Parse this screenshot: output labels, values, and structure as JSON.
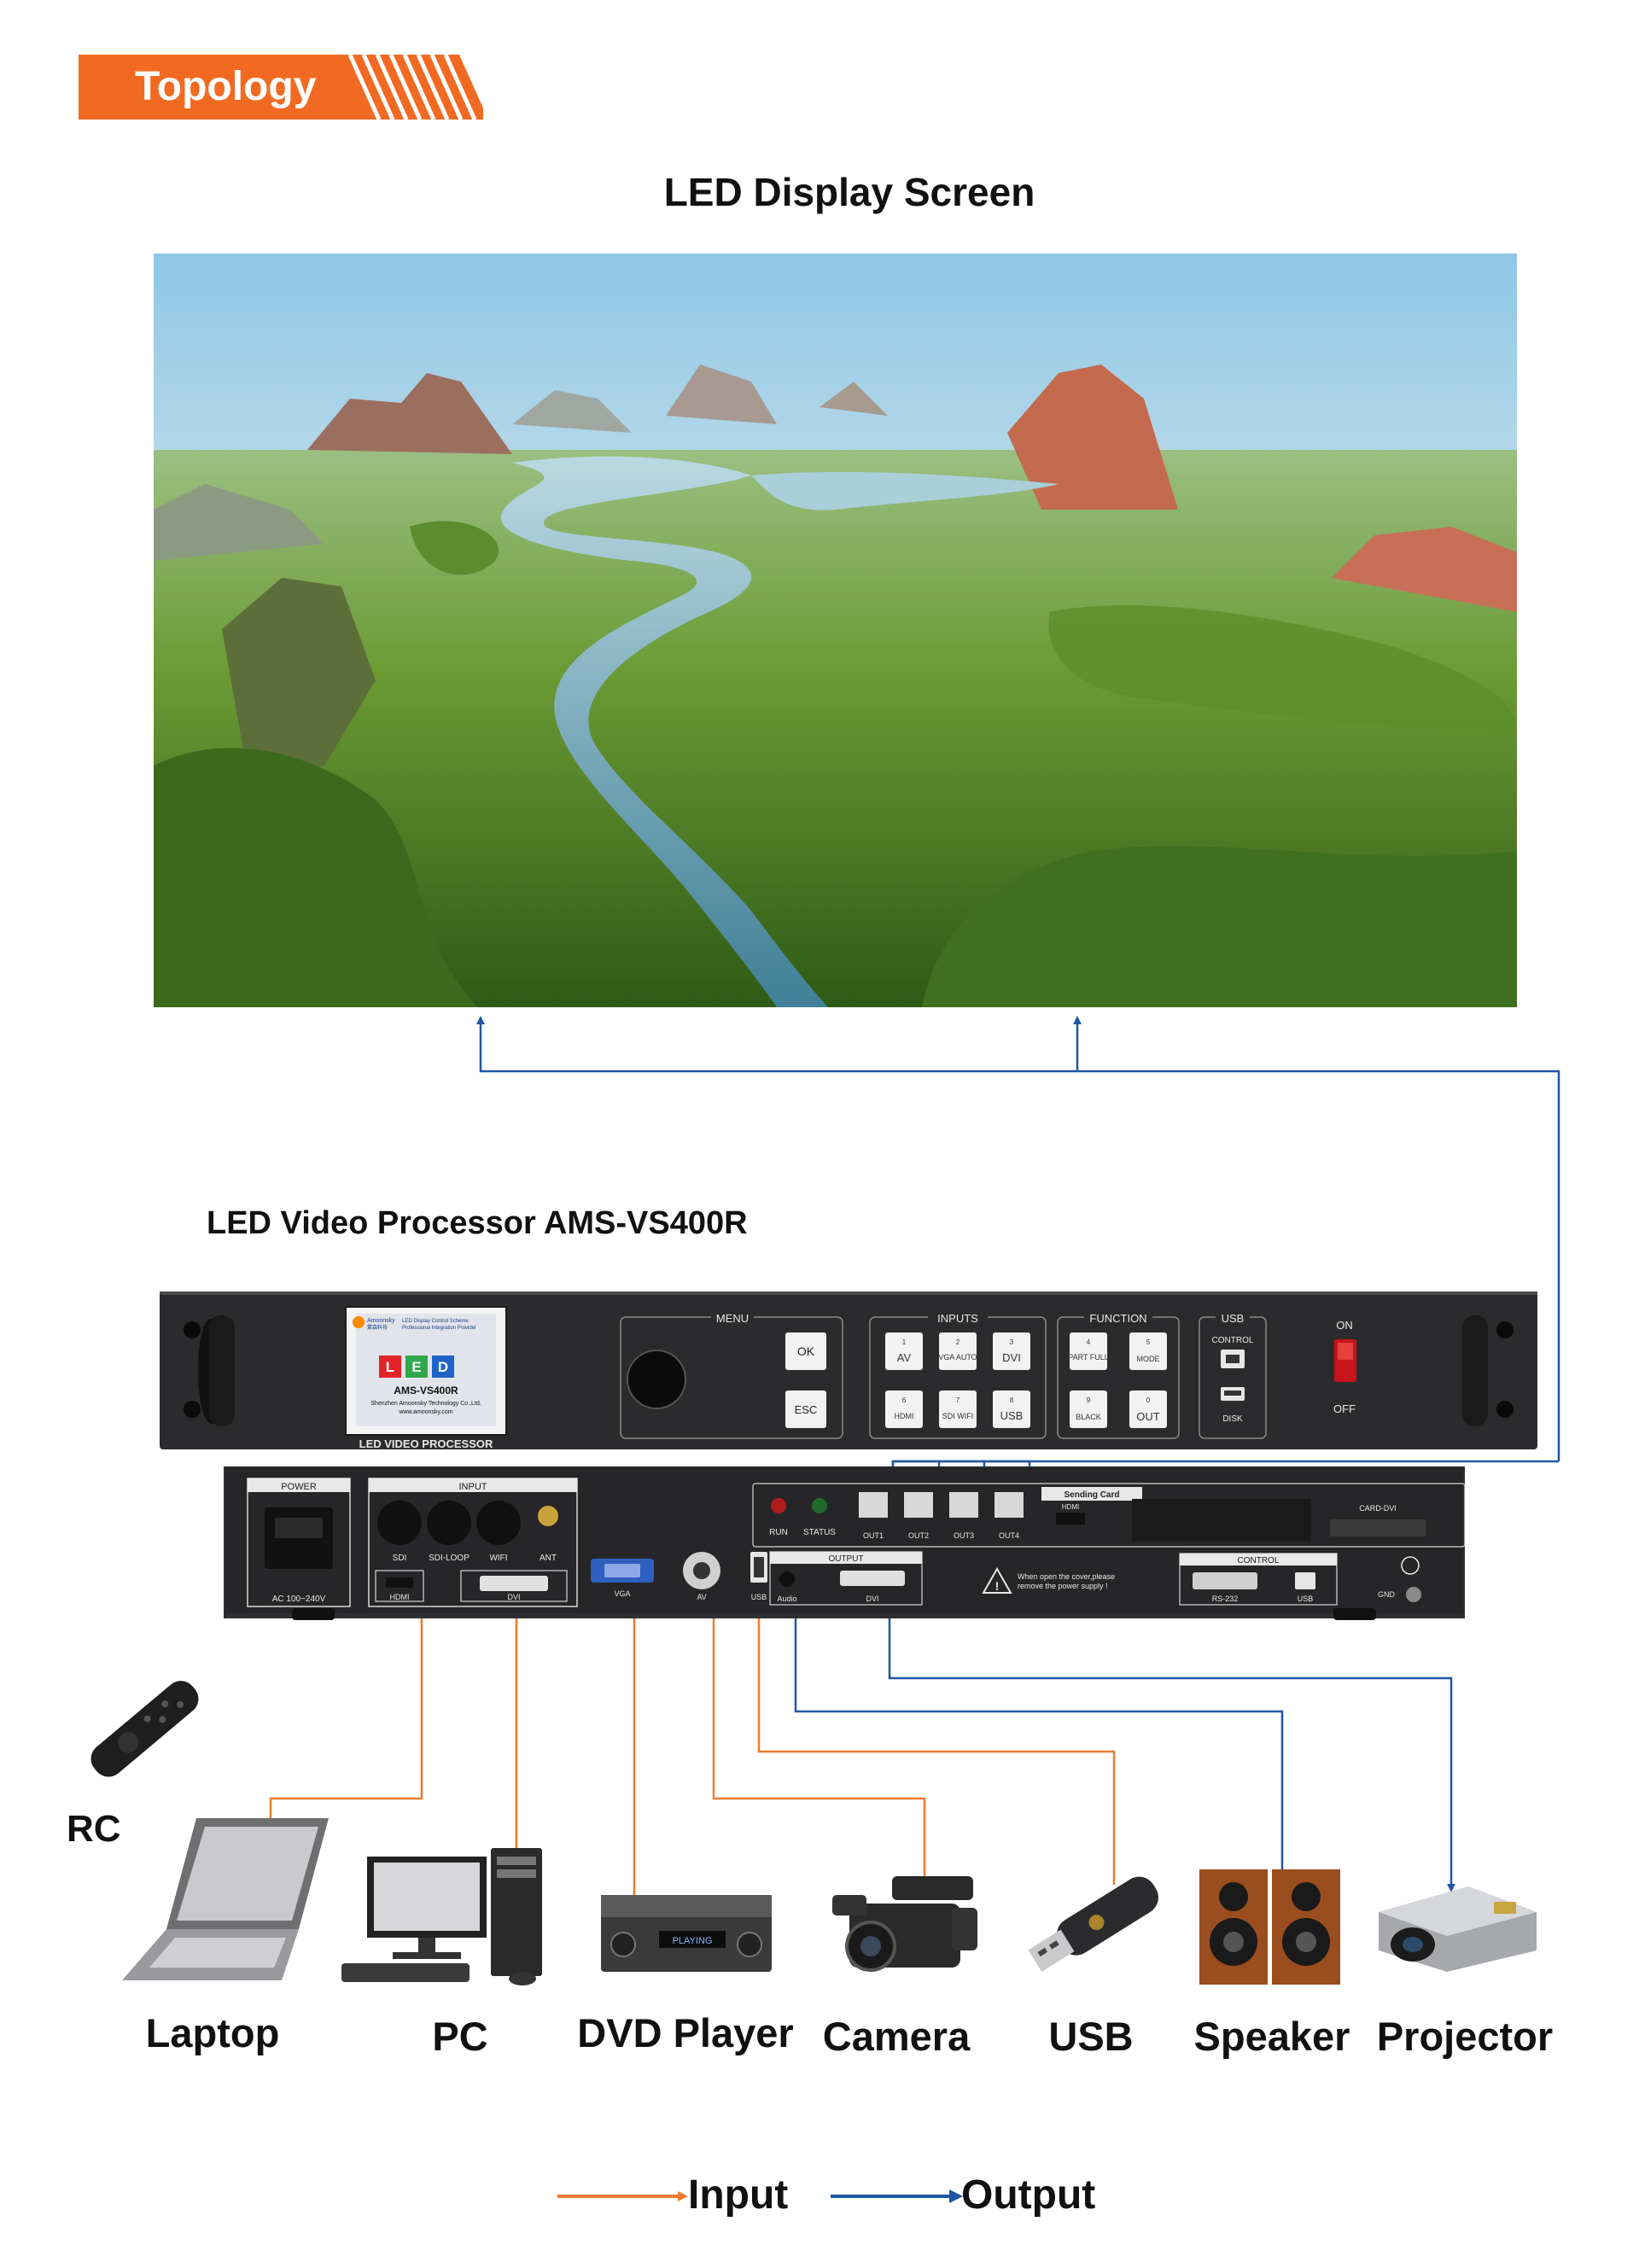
{
  "header": {
    "title": "Topology",
    "accent": "#f26a22"
  },
  "screen": {
    "title": "LED Display Screen"
  },
  "processor": {
    "title": "LED Video Processor AMS-VS400R",
    "front": {
      "brand": "Amoonsky",
      "brand_sub": "蒙森科技",
      "scheme_line1": "LED Display Control Scheme",
      "scheme_line2": "Professional Integration Provider",
      "led": [
        "L",
        "E",
        "D"
      ],
      "model": "AMS-VS400R",
      "company": "Shenzhen Amoonsky Technology Co.,Ltd.",
      "website": "www.amoonsky.com",
      "caption": "LED VIDEO PROCESSOR",
      "menu_label": "MENU",
      "ok": "OK",
      "esc": "ESC",
      "inputs_label": "INPUTS",
      "inputs": [
        {
          "num": "1",
          "label": "AV"
        },
        {
          "num": "2",
          "label": "VGA AUTO"
        },
        {
          "num": "3",
          "label": "DVI"
        },
        {
          "num": "6",
          "label": "HDMI"
        },
        {
          "num": "7",
          "label": "SDI WIFI"
        },
        {
          "num": "8",
          "label": "USB"
        }
      ],
      "function_label": "FUNCTION",
      "functions": [
        {
          "num": "4",
          "label": "PART FULL"
        },
        {
          "num": "5",
          "label": "MODE"
        },
        {
          "num": "9",
          "label": "BLACK"
        },
        {
          "num": "0",
          "label": "OUT"
        }
      ],
      "usb_label": "USB",
      "control": "CONTROL",
      "disk": "DISK",
      "on": "ON",
      "off": "OFF"
    },
    "rear": {
      "power": "POWER",
      "ac": "AC 100~240V",
      "input": "INPUT",
      "sdi": "SDI",
      "sdi_loop": "SDI-LOOP",
      "wifi": "WIFI",
      "ant": "ANT",
      "hdmi": "HDMI",
      "dvi": "DVI",
      "vga": "VGA",
      "av": "AV",
      "usb": "USB",
      "run": "RUN",
      "status": "STATUS",
      "outs": [
        "OUT1",
        "OUT2",
        "OUT3",
        "OUT4"
      ],
      "sending_card": "Sending Card",
      "card_hdmi": "HDMI",
      "card_dvi": "CARD-DVI",
      "output": "OUTPUT",
      "audio": "Audio",
      "out_dvi": "DVI",
      "warning": "When open the cover,please remove the power supply !",
      "control": "CONTROL",
      "rs232": "RS-232",
      "ctrl_usb": "USB",
      "gnd": "GND"
    }
  },
  "remote": {
    "label": "RC"
  },
  "devices": [
    {
      "label": "Laptop",
      "icon": "laptop-icon"
    },
    {
      "label": "PC",
      "icon": "pc-icon"
    },
    {
      "label": "DVD Player",
      "icon": "dvd-player-icon",
      "display": "PLAYING"
    },
    {
      "label": "Camera",
      "icon": "camera-icon"
    },
    {
      "label": "USB",
      "icon": "usb-drive-icon"
    },
    {
      "label": "Speaker",
      "icon": "speaker-icon"
    },
    {
      "label": "Projector",
      "icon": "projector-icon"
    }
  ],
  "legend": {
    "input_label": "Input",
    "output_label": "Output",
    "input_color": "#ee7a32",
    "output_color": "#1f57a3"
  }
}
